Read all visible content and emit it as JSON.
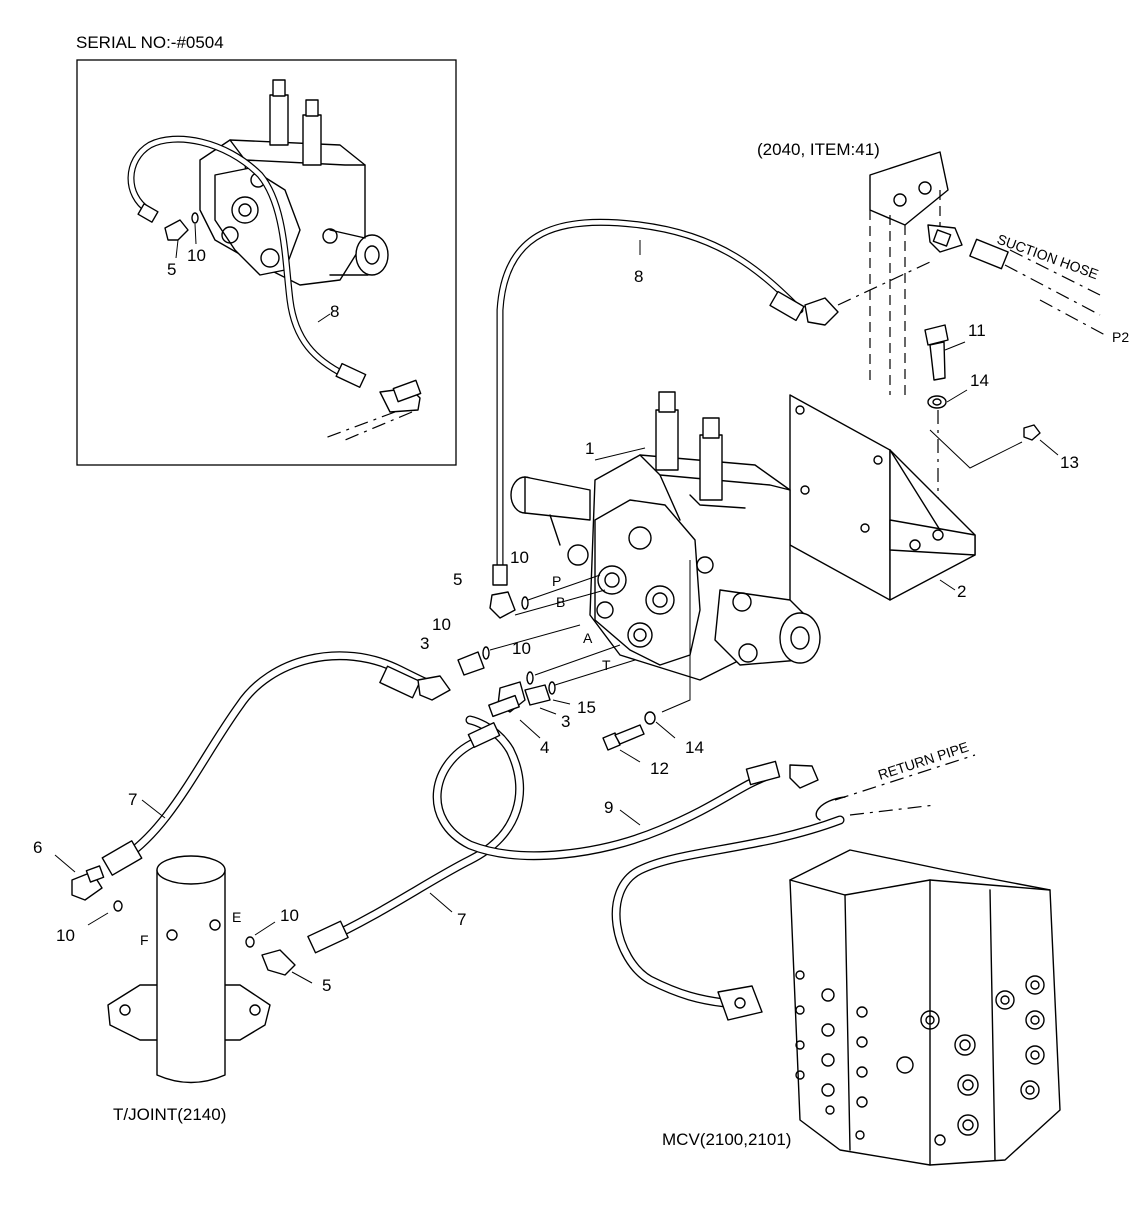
{
  "diagram": {
    "serial_note": "SERIAL NO:-#0504",
    "captions": {
      "bracket_ref": "(2040, ITEM:41)",
      "suction_hose": "SUCTION HOSE",
      "p2": "P2",
      "return_pipe": "RETURN PIPE",
      "turning_joint": "T/JOINT(2140)",
      "mcv": "MCV(2100,2101)"
    },
    "port_letters": {
      "p": "P",
      "b": "B",
      "a": "A",
      "t": "T",
      "e": "E",
      "f": "F"
    },
    "inset_callouts": {
      "elbow": "5",
      "o_ring": "10",
      "hose": "8"
    },
    "callouts": {
      "valve": "1",
      "bracket": "2",
      "connector_b": "3",
      "connector_t": "3",
      "tee": "4",
      "elbow_p": "5",
      "elbow_e": "5",
      "elbow_f": "6",
      "hose_b": "7",
      "hose_a": "7",
      "hose_p": "8",
      "hose_t": "9",
      "oring_p": "10",
      "oring_b": "10",
      "oring_a": "10",
      "oring_e": "10",
      "oring_f": "10",
      "bolt_upper": "11",
      "bolt_lower": "12",
      "nut": "13",
      "washer_upper": "14",
      "washer_lower": "14",
      "oring_t": "15"
    }
  }
}
